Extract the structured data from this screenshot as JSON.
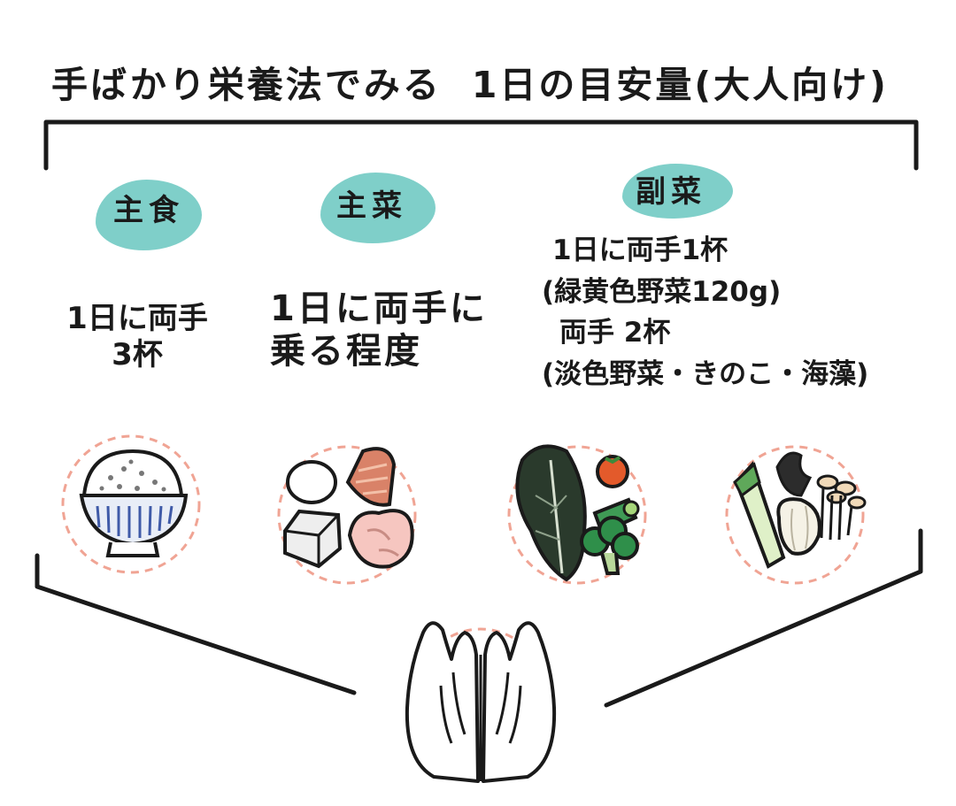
{
  "title": {
    "part1": "手ばかり栄養法でみる",
    "part2": "1日の目安量(大人向け)"
  },
  "categories": [
    {
      "label": "主食",
      "lines": [
        "1日に両手",
        "3杯"
      ]
    },
    {
      "label": "主菜",
      "lines": [
        "1日に両手に",
        "乗る程度"
      ]
    },
    {
      "label": "副菜",
      "lines": [
        "1日に両手1杯",
        "(緑黄色野菜120g)",
        "両手 2杯",
        "(淡色野菜・きのこ・海藻)"
      ]
    }
  ],
  "colors": {
    "label_blob": "#7fcfc9",
    "dashed_circle": "#f0a494",
    "ink": "#1a1a1a"
  },
  "icons": [
    "rice-bowl-icon",
    "protein-plate-icon",
    "green-vegetables-icon",
    "light-vegetables-icon",
    "cupped-hands-icon"
  ]
}
